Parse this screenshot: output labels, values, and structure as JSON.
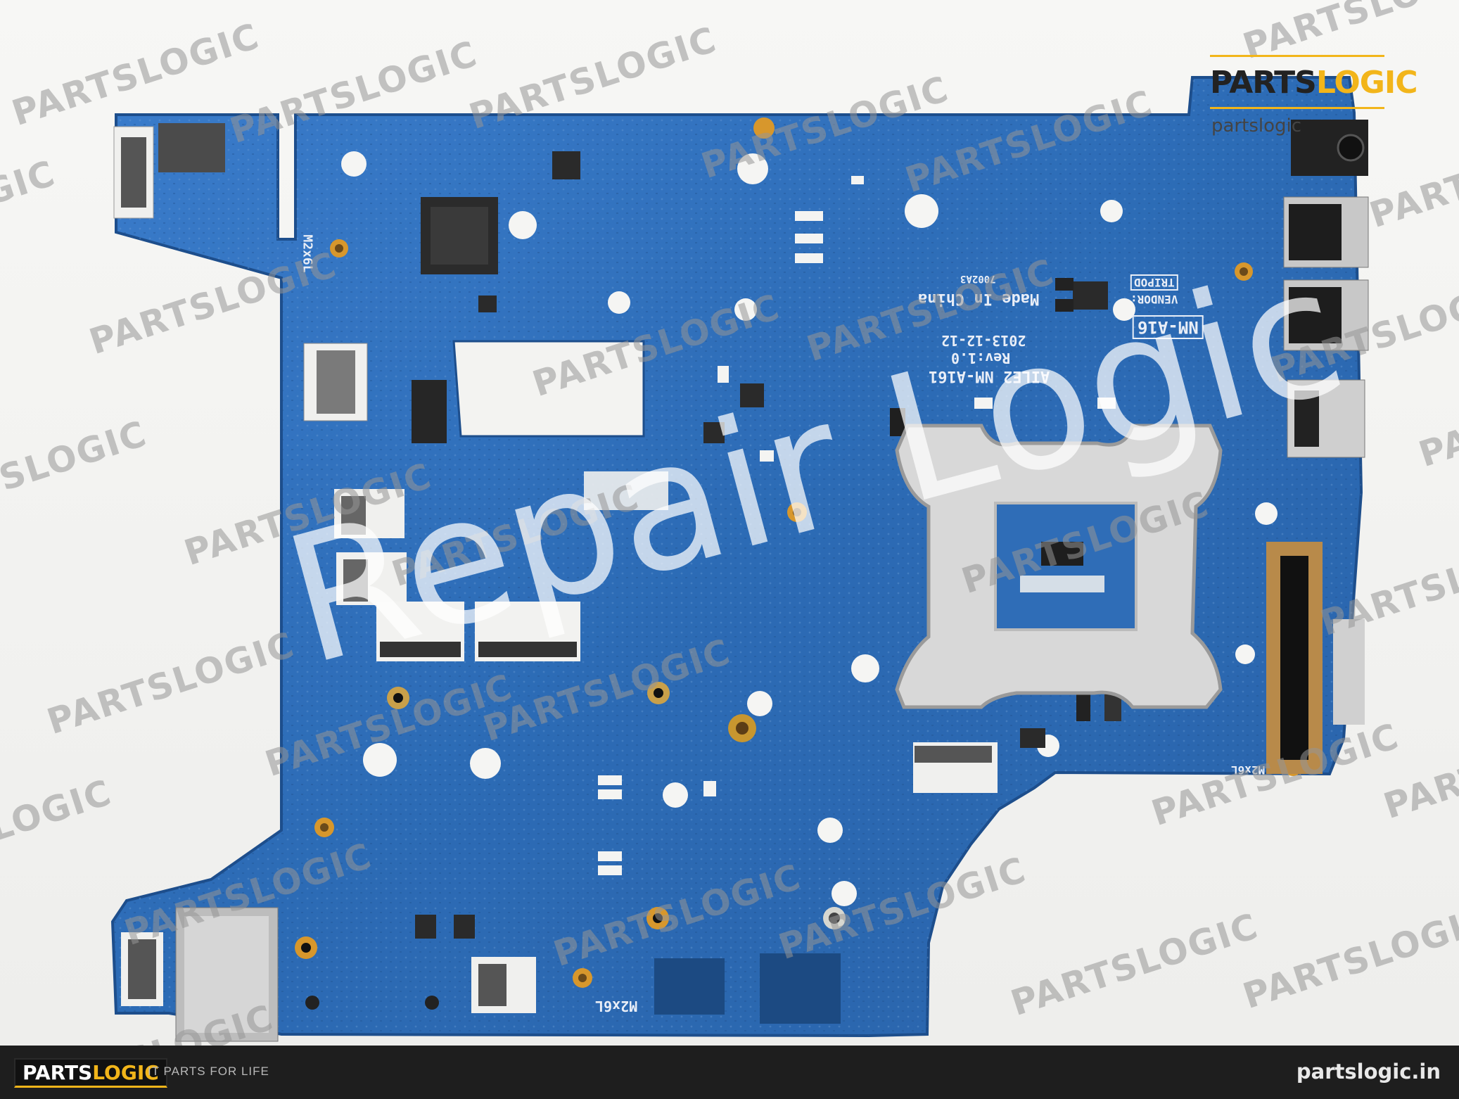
{
  "watermark_brand": "PARTSLOGIC",
  "watermark_overlay": "Repair Logic",
  "corner_logo": {
    "part1": "PARTS",
    "part2": "LOGIC",
    "url_fragment": "partslogic"
  },
  "board_silkscreen": {
    "model_label": "NM-A16",
    "board_name": "AILE2 NM-A161",
    "revision": "Rev:1.0",
    "date": "2013-12-12",
    "origin": "Made In China",
    "vendor_label": "VENDOR:",
    "vendor_name": "TRIPOD",
    "screw_size": "M2x6L",
    "lot": "7002A3"
  },
  "footer": {
    "logo_part1": "PARTS",
    "logo_part2": "LOGIC",
    "tagline": "IT PARTS FOR LIFE",
    "url": "partslogic.in"
  },
  "colors": {
    "pcb": "#2c6bb5",
    "accent": "#f2b51a",
    "footer_bg": "#1e1e1e"
  }
}
